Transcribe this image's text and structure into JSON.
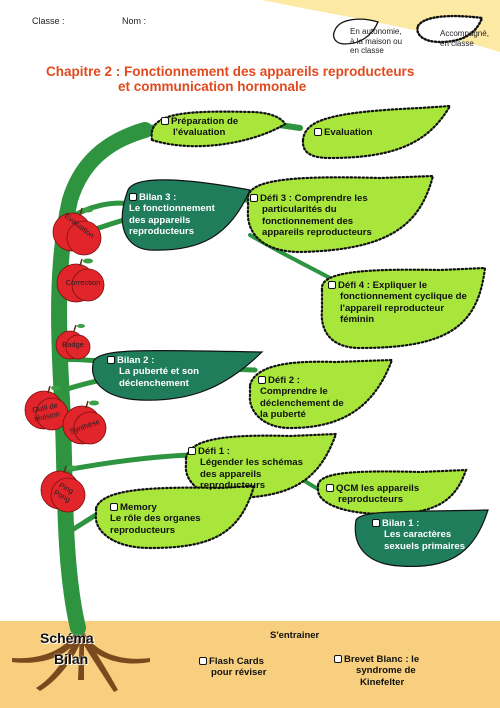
{
  "header": {
    "classe_label": "Classe :",
    "nom_label": "Nom :",
    "legend": {
      "autonomie": [
        "En autonomie,",
        "à la maison ou",
        "en classe"
      ],
      "accompagne": [
        "Accompagné,",
        "en classe"
      ]
    }
  },
  "title": {
    "line1": "Chapitre 2 : Fonctionnement des appareils reproducteurs",
    "line2": "et communication hormonale"
  },
  "leaves": {
    "preparation": [
      "Préparation de",
      "l'évaluation"
    ],
    "evaluation": [
      "Evaluation"
    ],
    "bilan3": [
      "Bilan 3 :",
      "Le fonctionnement",
      "des appareils",
      "reproducteurs"
    ],
    "defi3": [
      "Défi 3 : Comprendre les",
      "particularités du",
      "fonctionnement des",
      "appareils reproducteurs"
    ],
    "defi4": [
      "Défi 4 : Expliquer le",
      "fonctionnement cyclique de",
      "l'appareil reproducteur",
      "féminin"
    ],
    "bilan2": [
      "Bilan 2 :",
      "La puberté et son",
      "déclenchement"
    ],
    "defi2": [
      "Défi 2 :",
      "Comprendre le",
      "déclenchement de",
      "la puberté"
    ],
    "defi1": [
      "Défi 1 :",
      "Légender les schémas",
      "des appareils",
      "reproducteurs"
    ],
    "qcm": [
      "QCM les appareils",
      "reproducteurs"
    ],
    "bilan1": [
      "Bilan 1 :",
      "Les caractères",
      "sexuels primaires"
    ],
    "memory": [
      "Memory",
      "Le rôle des organes",
      "reproducteurs"
    ]
  },
  "apples": {
    "evaluation": "Evaluation",
    "correction": "Correction",
    "badge": "Badge",
    "outil": "Outil de révision",
    "synthese": "Synthèse",
    "pingpong": "Ping Pong"
  },
  "footer": {
    "schema": "Schéma",
    "bilan": "Bilan",
    "sentrainer": "S'entrainer",
    "flashcards": [
      "Flash Cards",
      "pour réviser"
    ],
    "brevet": [
      "Brevet Blanc : le",
      "syndrome de",
      "Kinefelter"
    ]
  },
  "colors": {
    "light_leaf": "#a8e63c",
    "dark_leaf": "#1f7d5c",
    "stem": "#2e9440",
    "apple": "#e2252b",
    "title": "#e04a1e",
    "header_band": "#fce9a4",
    "ground": "#f7cf7e"
  }
}
